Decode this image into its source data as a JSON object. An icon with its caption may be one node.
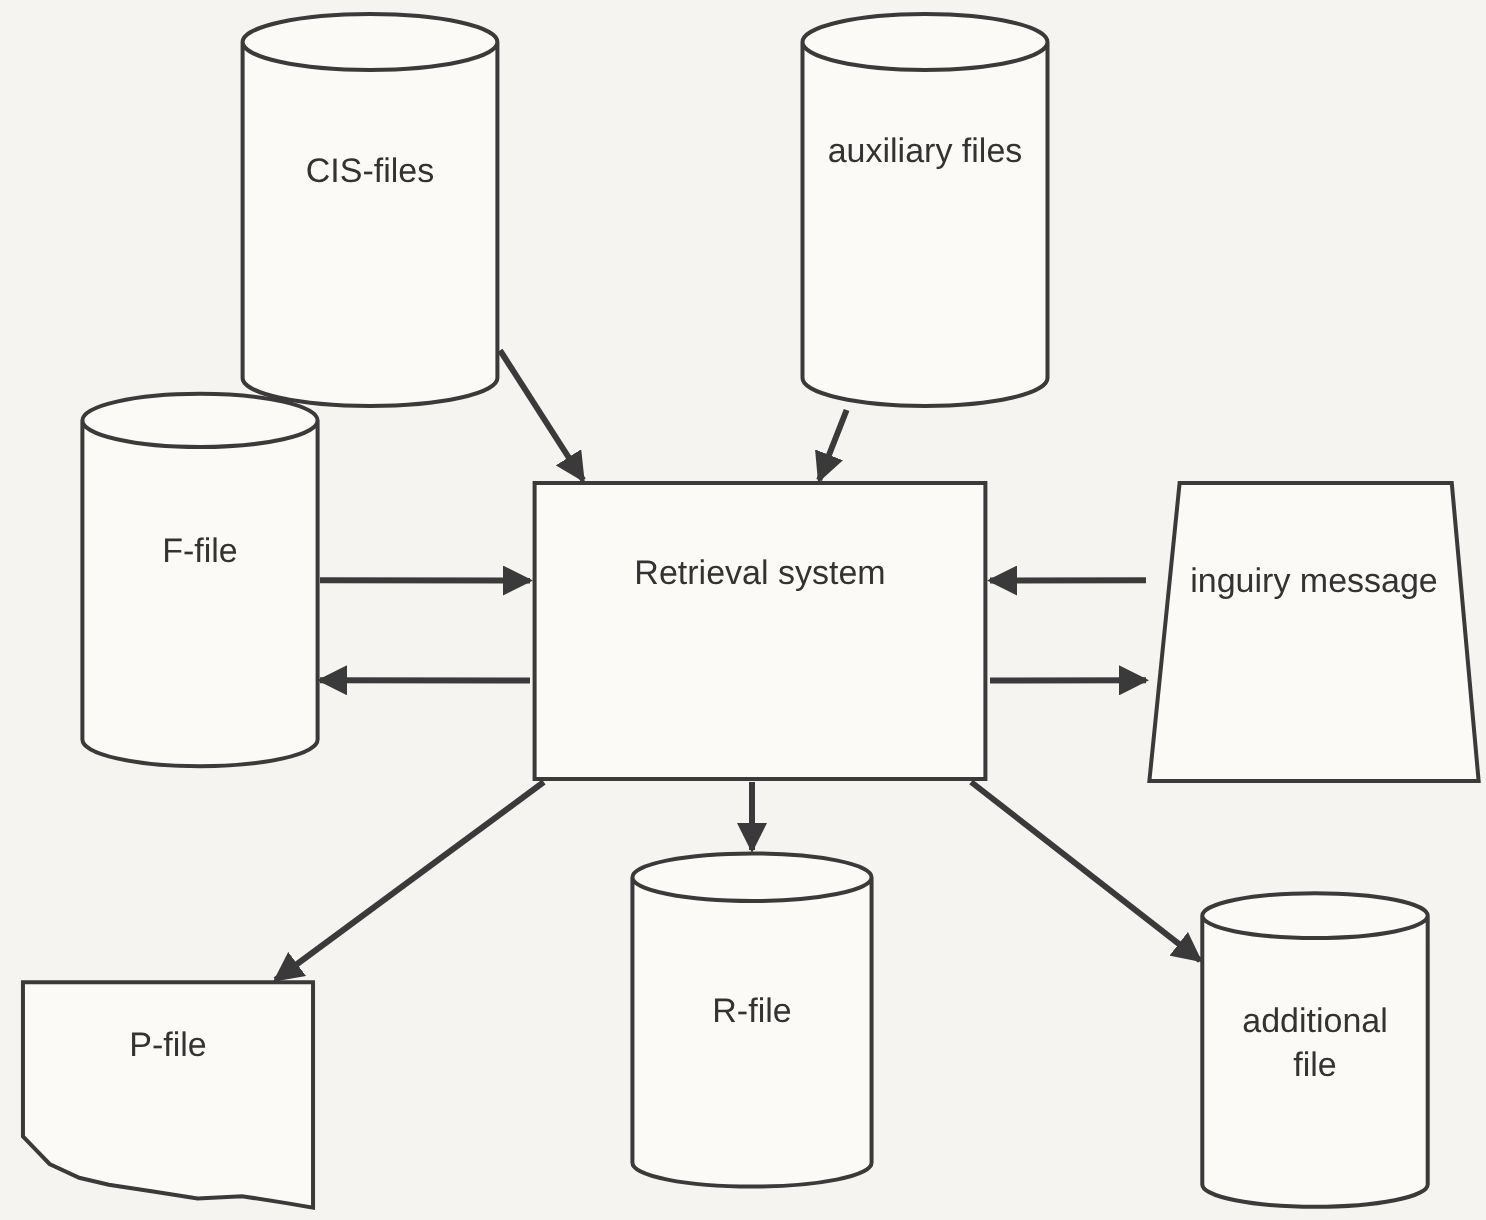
{
  "diagram": {
    "nodes": [
      {
        "text": [
          "CIS-files"
        ]
      },
      {
        "text": [
          "auxiliary files"
        ]
      },
      {
        "text": [
          "F-file"
        ]
      },
      {
        "text": [
          "Retrieval system"
        ]
      },
      {
        "text": [
          "inguiry message"
        ]
      },
      {
        "text": [
          "P-file"
        ]
      },
      {
        "text": [
          "R-file"
        ]
      },
      {
        "text": [
          "additional file"
        ]
      }
    ],
    "edges": [
      {
        "from": 0,
        "to": 3,
        "arrow": "to"
      },
      {
        "from": 1,
        "to": 3,
        "arrow": "to"
      },
      {
        "from": 2,
        "to": 3,
        "arrow": "to"
      },
      {
        "from": 3,
        "to": 2,
        "arrow": "to"
      },
      {
        "from": 4,
        "to": 3,
        "arrow": "to"
      },
      {
        "from": 3,
        "to": 4,
        "arrow": "to"
      },
      {
        "from": 3,
        "to": 5,
        "arrow": "to"
      },
      {
        "from": 3,
        "to": 6,
        "arrow": "to"
      },
      {
        "from": 3,
        "to": 7,
        "arrow": "to"
      }
    ]
  }
}
